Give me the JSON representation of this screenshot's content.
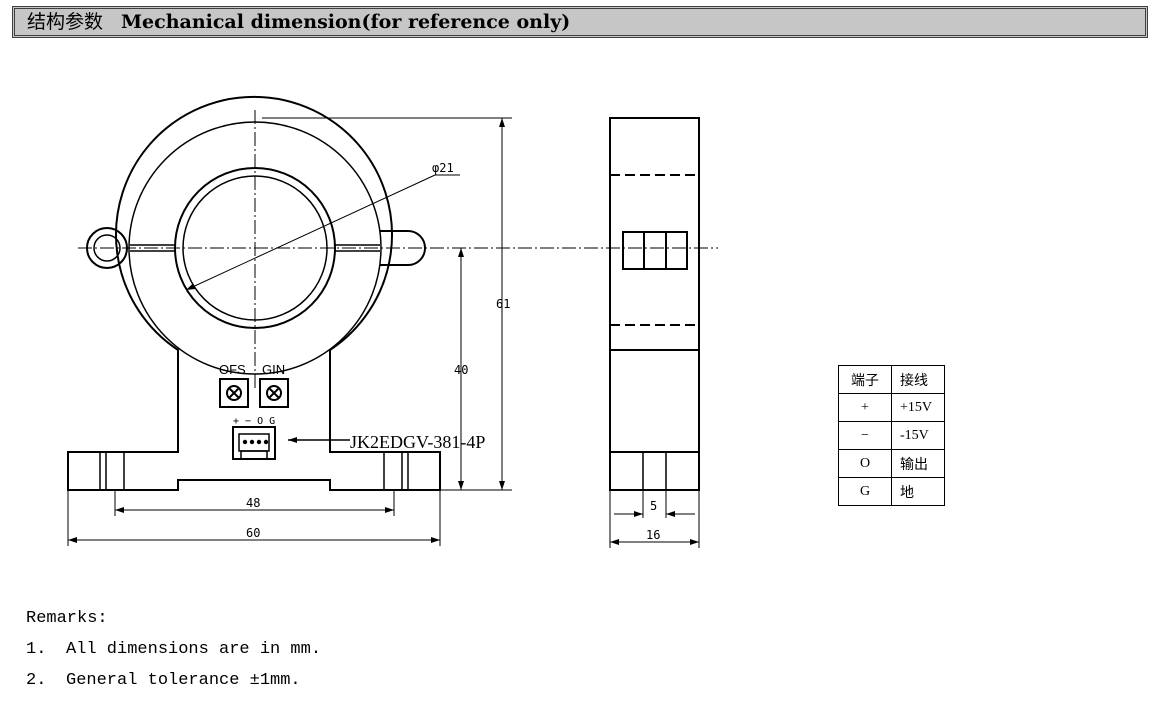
{
  "header": {
    "title_zh": "结构参数",
    "title_en": "Mechanical dimension(for reference only)"
  },
  "drawing": {
    "dim_hole_diameter": "φ21",
    "dim_height_total": "61",
    "dim_height_center": "40",
    "dim_mount_spacing": "48",
    "dim_width_total": "60",
    "dim_slot_width": "5",
    "dim_thickness": "16",
    "label_ofs": "OFS",
    "label_gin": "GIN",
    "label_pins": "+ − O G",
    "connector_part": "JK2EDGV-381-4P"
  },
  "pin_table": {
    "headers": [
      "端子",
      "接线"
    ],
    "rows": [
      [
        "+",
        "+15V"
      ],
      [
        "−",
        "-15V"
      ],
      [
        "O",
        "输出"
      ],
      [
        "G",
        "地"
      ]
    ]
  },
  "remarks": {
    "title": "Remarks:",
    "items": [
      {
        "num": "1.",
        "text": "All dimensions are in mm."
      },
      {
        "num": "2.",
        "text": "General tolerance ±1mm."
      }
    ]
  }
}
